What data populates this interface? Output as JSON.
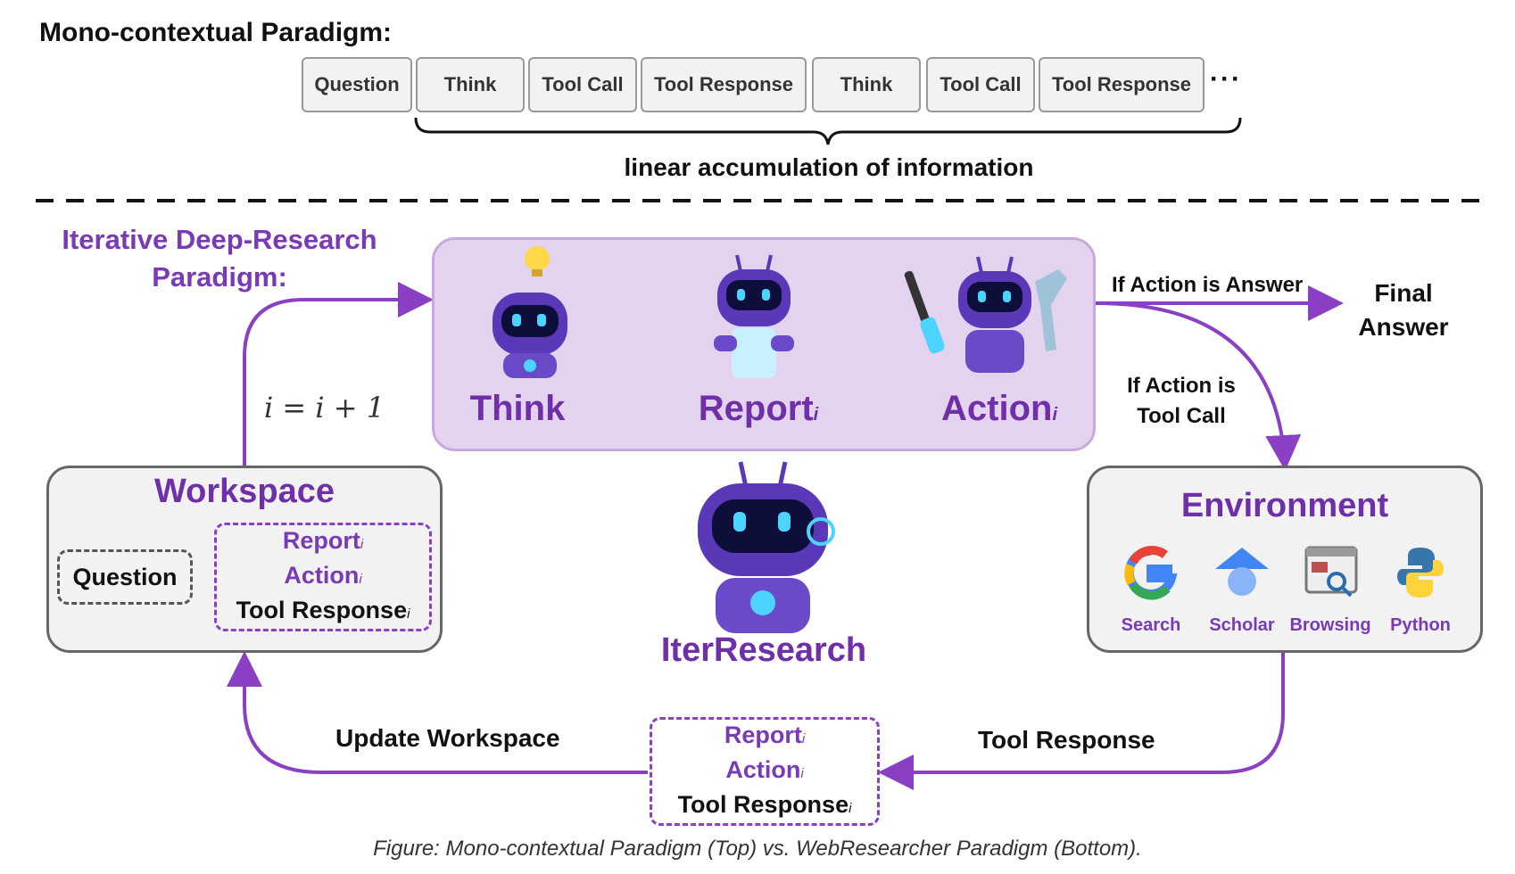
{
  "mono": {
    "title": "Mono-contextual Paradigm:",
    "sequence": [
      "Question",
      "Think",
      "Tool Call",
      "Tool Response",
      "Think",
      "Tool Call",
      "Tool Response"
    ],
    "ellipsis": "···",
    "brace_label": "linear accumulation of information"
  },
  "iterative": {
    "title_line1": "Iterative Deep-Research",
    "title_line2": "Paradigm:",
    "loop": {
      "think": "Think",
      "report": "Report",
      "action": "Action",
      "subscript": "i"
    },
    "increment": "i = i + 1",
    "if_answer": "If Action is Answer",
    "final_answer_line1": "Final",
    "final_answer_line2": "Answer",
    "if_tool_line1": "If Action is",
    "if_tool_line2": "Tool Call",
    "workspace": {
      "title": "Workspace",
      "question": "Question",
      "report": "Report",
      "action": "Action",
      "tool_response": "Tool Response"
    },
    "agent_name": "IterResearch",
    "environment": {
      "title": "Environment",
      "tools": [
        "Search",
        "Scholar",
        "Browsing",
        "Python"
      ]
    },
    "update_workspace": "Update Workspace",
    "tool_response_label": "Tool Response",
    "bottom_box": {
      "report": "Report",
      "action": "Action",
      "tool_response": "Tool Response"
    }
  },
  "caption": "Figure: Mono-contextual Paradigm (Top) vs. WebResearcher Paradigm (Bottom).",
  "colors": {
    "accent_purple": "#7a3ab8",
    "panel_fill": "#e4d3ee",
    "arrow": "#8a3fc4"
  }
}
